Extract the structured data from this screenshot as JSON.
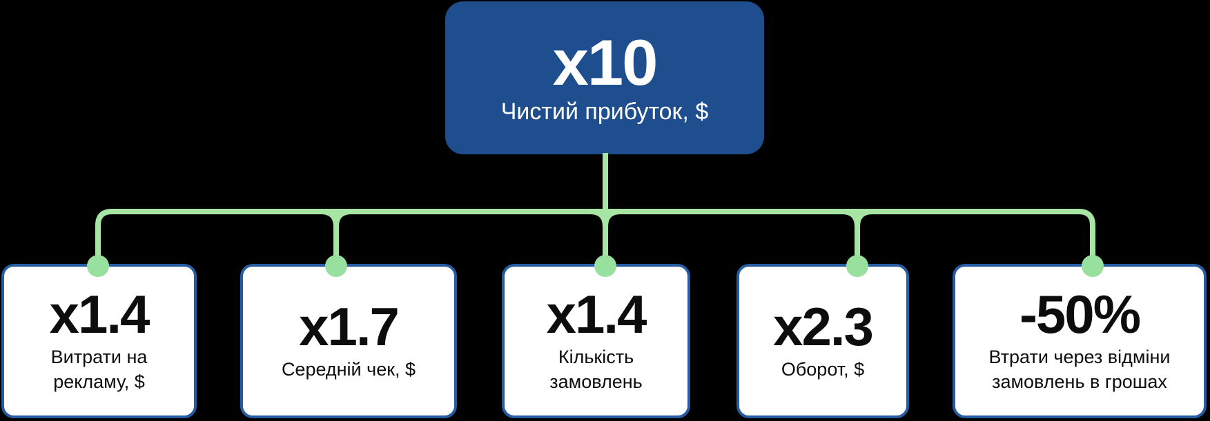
{
  "root": {
    "value": "x10",
    "label": "Чистий прибуток, $"
  },
  "children": [
    {
      "value": "x1.4",
      "label": "Витрати на рекламу, $"
    },
    {
      "value": "x1.7",
      "label": "Середній чек, $"
    },
    {
      "value": "x1.4",
      "label": "Кількість замовлень"
    },
    {
      "value": "x2.3",
      "label": "Оборот, $"
    },
    {
      "value": "-50%",
      "label": "Втрати через відміни замовлень в грошах"
    }
  ],
  "colors": {
    "background": "#000000",
    "primary_blue": "#1E4E8D",
    "card_border": "#265CA3",
    "card_bg": "#FFFFFF",
    "connector_green": "#A7E5A5",
    "dot_green": "#97E09D",
    "text_dark": "#0D0D0D",
    "text_light": "#FFFFFF"
  }
}
